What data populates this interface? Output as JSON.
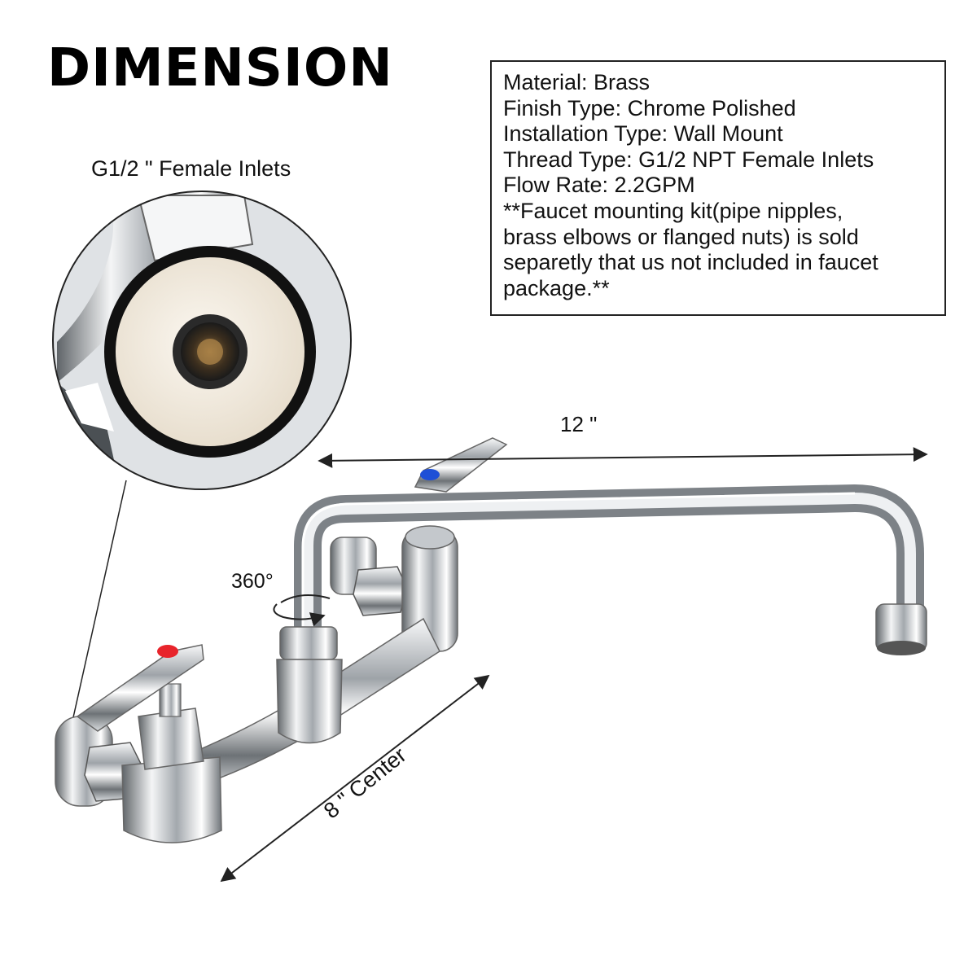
{
  "title": "DIMENSION",
  "specs": {
    "material": "Material: Brass",
    "finish": "Finish Type: Chrome Polished",
    "installation": "Installation Type: Wall Mount",
    "thread": "Thread Type: G1/2 NPT Female Inlets",
    "flow": "Flow Rate: 2.2GPM",
    "note_line1": "**Faucet mounting kit(pipe nipples,",
    "note_line2": "brass elbows or flanged nuts) is sold",
    "note_line3": "separetly that us not included in faucet",
    "note_line4": "package.**"
  },
  "labels": {
    "inlet": "G1/2 \" Female Inlets",
    "rotation": "360°",
    "spout_length": "12 \"",
    "center": "8 \" Center"
  },
  "colors": {
    "hot_indicator": "#e8242b",
    "cold_indicator": "#1e4fd6",
    "chrome": "#c9ccd0",
    "inlet_insert": "#f3ece0"
  }
}
